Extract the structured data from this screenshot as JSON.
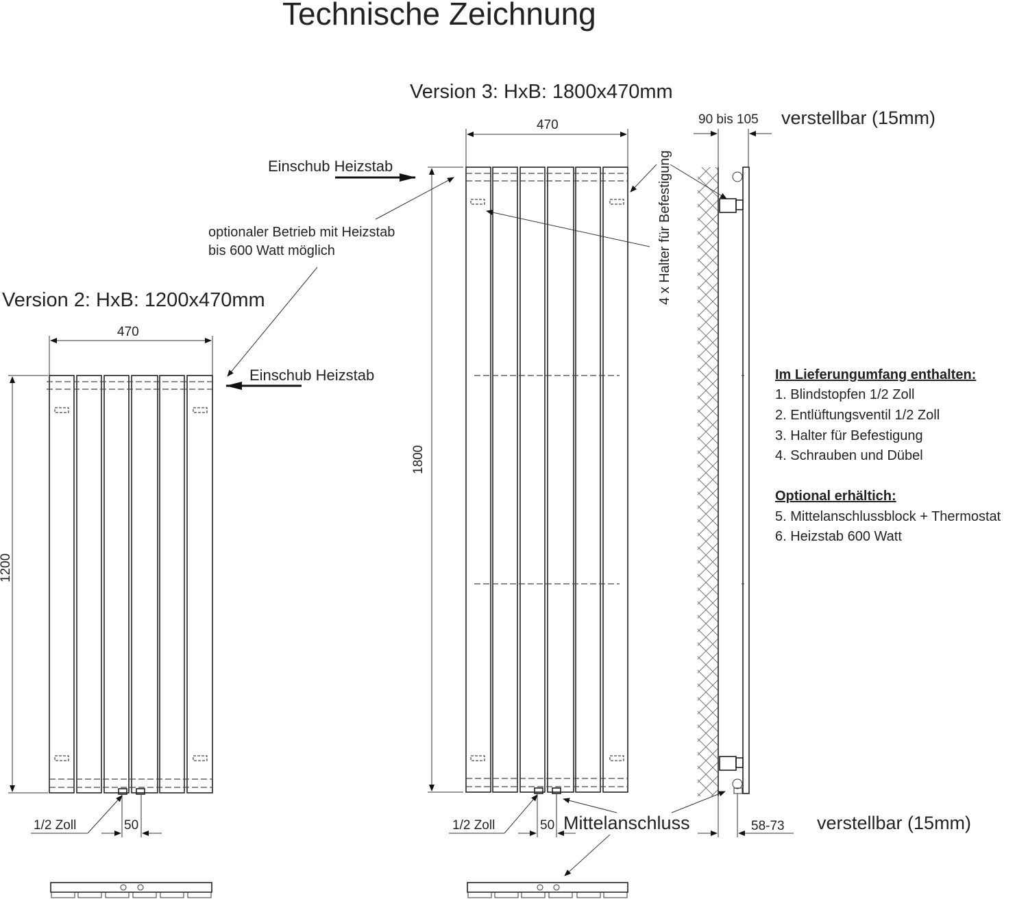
{
  "title": "Technische Zeichnung",
  "version2": {
    "heading": "Version 2: HxB: 1200x470mm",
    "width_dim": "470",
    "height_dim": "1200",
    "heizstab_label": "Einschub Heizstab",
    "connection_label": "1/2 Zoll",
    "spacing_dim": "50"
  },
  "version3": {
    "heading": "Version 3: HxB: 1800x470mm",
    "width_dim": "470",
    "height_dim": "1800",
    "heizstab_label": "Einschub Heizstab",
    "connection_label": "1/2 Zoll",
    "spacing_dim": "50",
    "center_connection_label": "Mittelanschluss"
  },
  "optional_note": {
    "line1": "optionaler Betrieb mit Heizstab",
    "line2": "bis 600 Watt möglich"
  },
  "holder_note": "4 x Halter für Befestigung",
  "side_view": {
    "top_dim": "90 bis 105",
    "top_adjust": "verstellbar (15mm)",
    "bottom_dim": "58-73",
    "bottom_adjust": "verstellbar (15mm)"
  },
  "included": {
    "heading": "Im Lieferungumfang enthalten:",
    "items": [
      "1. Blindstopfen 1/2 Zoll",
      "2. Entlüftungsventil 1/2 Zoll",
      "3. Halter für Befestigung",
      "4. Schrauben und Dübel"
    ]
  },
  "optional": {
    "heading": "Optional erhältich:",
    "items": [
      "5. Mittelanschlussblock + Thermostat",
      "6. Heizstab 600 Watt"
    ]
  }
}
